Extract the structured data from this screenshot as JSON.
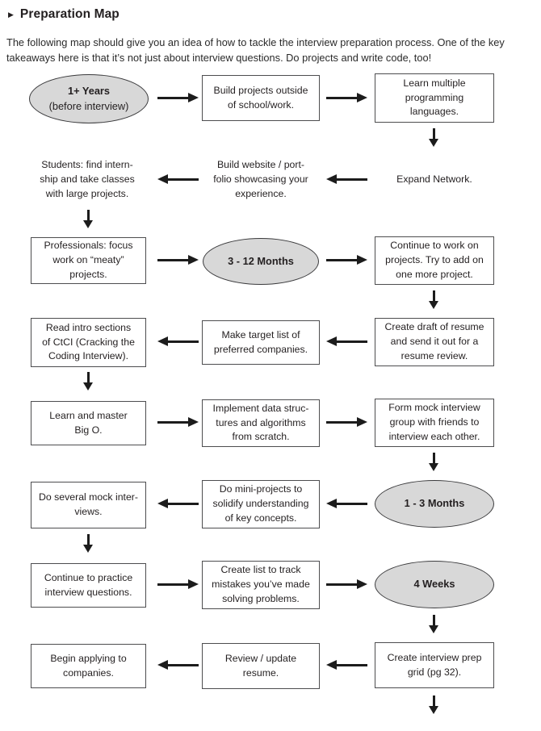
{
  "header": {
    "bullet": "▶",
    "title": "Preparation Map",
    "intro": "The following map should give you an idea of how to tackle the interview preparation process. One of the key takeaways here is that it’s not just about interview questions. Do projects and write code, too!"
  },
  "colors": {
    "background": "#ffffff",
    "text": "#231f20",
    "node_border": "#4d4d4f",
    "ellipse_fill": "#d8d8d8",
    "arrow": "#1c1c1c"
  },
  "nodes": {
    "duration_1_years": {
      "label": "1+ Years",
      "sublabel": "(before interview)"
    },
    "build_projects": {
      "text": "Build projects outside\nof school/work."
    },
    "learn_languages": {
      "text": "Learn multiple\nprogramming\nlanguages."
    },
    "students_internship": {
      "text": "Students: find intern-\nship and take classes\nwith large projects."
    },
    "build_website": {
      "text": "Build website / port-\nfolio showcasing your\nexperience."
    },
    "expand_network": {
      "text": "Expand Network."
    },
    "professionals_meaty": {
      "text": "Professionals: focus\nwork on “meaty”\nprojects."
    },
    "duration_3_12_months": {
      "label": "3 - 12 Months"
    },
    "continue_projects": {
      "text": "Continue to work on\nprojects. Try to add on\none more project."
    },
    "read_ctci": {
      "text": "Read intro sections\nof CtCI (Cracking the\nCoding Interview)."
    },
    "target_companies": {
      "text": "Make target list of\npreferred companies."
    },
    "resume_draft": {
      "text": "Create draft of resume\nand send it out for a\nresume review."
    },
    "big_o": {
      "text": "Learn and master\nBig O."
    },
    "implement_ds": {
      "text": "Implement data struc-\ntures and algorithms\nfrom scratch."
    },
    "mock_group": {
      "text": "Form mock interview\ngroup with friends to\ninterview each other."
    },
    "mock_interviews": {
      "text": "Do several mock inter-\nviews."
    },
    "mini_projects": {
      "text": "Do mini-projects to\nsolidify understanding\nof key concepts."
    },
    "duration_1_3_months": {
      "label": "1 - 3 Months"
    },
    "practice_questions": {
      "text": "Continue to practice\ninterview questions."
    },
    "mistake_list": {
      "text": "Create list to track\nmistakes you’ve made\nsolving problems."
    },
    "duration_4_weeks": {
      "label": "4 Weeks"
    },
    "begin_applying": {
      "text": "Begin applying to\ncompanies."
    },
    "review_resume": {
      "text": "Review / update\nresume."
    },
    "prep_grid": {
      "text": "Create interview prep\ngrid (pg 32)."
    }
  },
  "flow": {
    "rows": [
      {
        "direction": "right",
        "nodes": [
          "duration_1_years",
          "build_projects",
          "learn_languages"
        ],
        "down_from": "learn_languages"
      },
      {
        "direction": "left",
        "nodes": [
          "students_internship",
          "build_website",
          "expand_network"
        ],
        "down_from": "students_internship"
      },
      {
        "direction": "right",
        "nodes": [
          "professionals_meaty",
          "duration_3_12_months",
          "continue_projects"
        ],
        "down_from": "continue_projects"
      },
      {
        "direction": "left",
        "nodes": [
          "read_ctci",
          "target_companies",
          "resume_draft"
        ],
        "down_from": "read_ctci"
      },
      {
        "direction": "right",
        "nodes": [
          "big_o",
          "implement_ds",
          "mock_group"
        ],
        "down_from": "mock_group"
      },
      {
        "direction": "left",
        "nodes": [
          "mock_interviews",
          "mini_projects",
          "duration_1_3_months"
        ],
        "down_from": "mock_interviews"
      },
      {
        "direction": "right",
        "nodes": [
          "practice_questions",
          "mistake_list",
          "duration_4_weeks"
        ],
        "down_from": "duration_4_weeks"
      },
      {
        "direction": "left",
        "nodes": [
          "begin_applying",
          "review_resume",
          "prep_grid"
        ],
        "down_from": "prep_grid"
      }
    ]
  }
}
